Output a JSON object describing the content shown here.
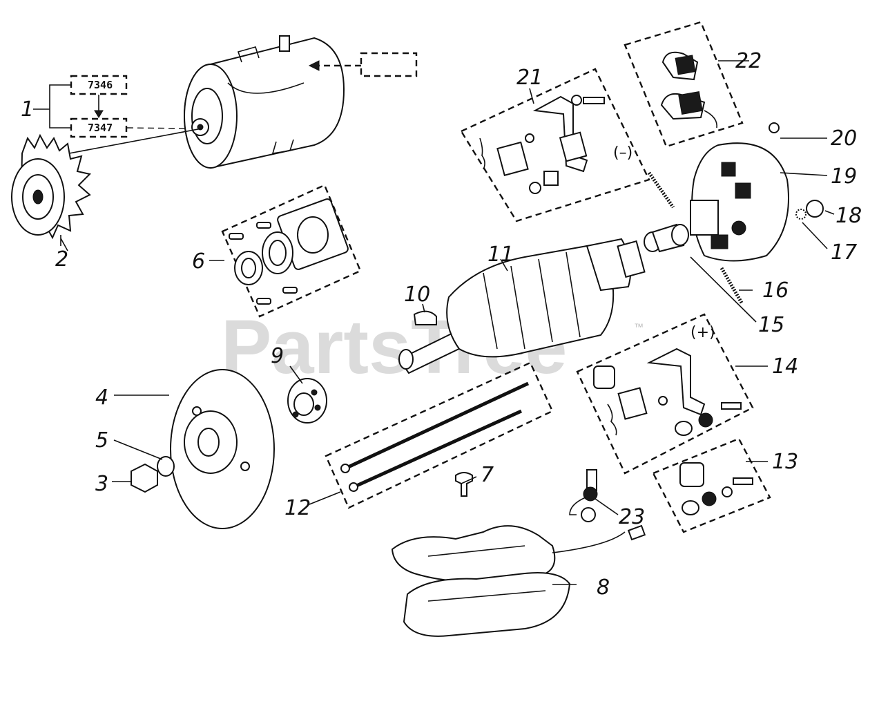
{
  "diagram": {
    "watermark": "PartsTree",
    "trademark": "™",
    "box_numbers": [
      "7346",
      "7347"
    ],
    "minus_sign": "(–)",
    "plus_sign": "(+)",
    "callouts": {
      "c1": "1",
      "c2": "2",
      "c3": "3",
      "c4": "4",
      "c5": "5",
      "c6": "6",
      "c7": "7",
      "c8": "8",
      "c9": "9",
      "c10": "10",
      "c11": "11",
      "c12": "12",
      "c13": "13",
      "c14": "14",
      "c15": "15",
      "c16": "16",
      "c17": "17",
      "c18": "18",
      "c19": "19",
      "c20": "20",
      "c21": "21",
      "c22": "22",
      "c23": "23"
    }
  }
}
